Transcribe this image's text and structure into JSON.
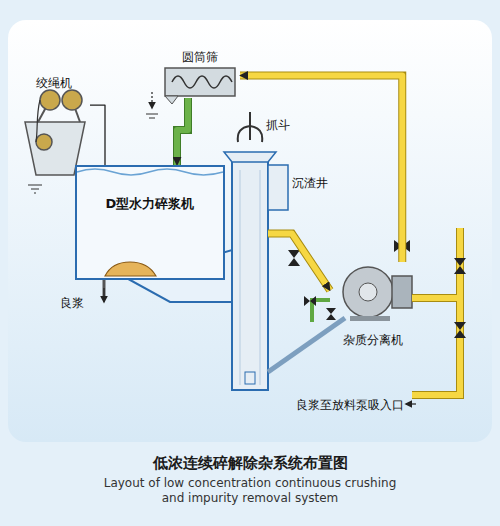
{
  "diagram": {
    "title": "低浓连续碎解除杂系统布置图",
    "caption": "Layout of low concentration continuous crushing and impurity removal system",
    "nodes": [
      {
        "text": [
          "圆筒筛"
        ]
      },
      {
        "text": [
          "绞绳机"
        ]
      },
      {
        "text": [
          "D型水力碎浆机"
        ]
      },
      {
        "text": [
          "沉渣井"
        ]
      },
      {
        "text": [
          "杂质分离机"
        ]
      }
    ],
    "edges": [
      {
        "from": 3,
        "to": 4,
        "arrow": "to"
      },
      {
        "from": 4,
        "to": 0,
        "arrow": "to"
      },
      {
        "from": 0,
        "to": 2,
        "arrow": "to"
      },
      {
        "from": 1,
        "to": 2,
        "arrow": "none"
      }
    ],
    "labels": [
      "抓斗",
      "良浆",
      "良浆至放料泵吸入口"
    ]
  }
}
